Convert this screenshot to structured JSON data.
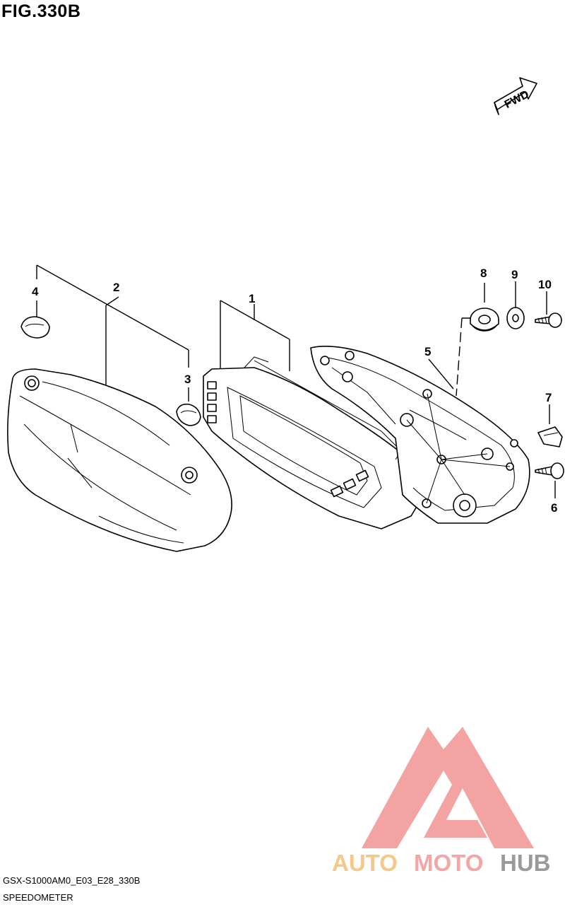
{
  "figure": {
    "title": "FIG.330B",
    "code": "GSX-S1000AM0_E03_E28_330B",
    "name": "SPEEDOMETER",
    "direction_label": "FWD"
  },
  "callouts": [
    "1",
    "2",
    "3",
    "4",
    "5",
    "6",
    "7",
    "8",
    "9",
    "10"
  ],
  "watermark": {
    "word1": "AUTO",
    "word2": "MOTO",
    "word3": "HUB",
    "colors": {
      "logo": "#f4a3a3",
      "auto": "#f5c889",
      "moto": "#f3a6a6",
      "hub": "#9a9a9a"
    }
  }
}
